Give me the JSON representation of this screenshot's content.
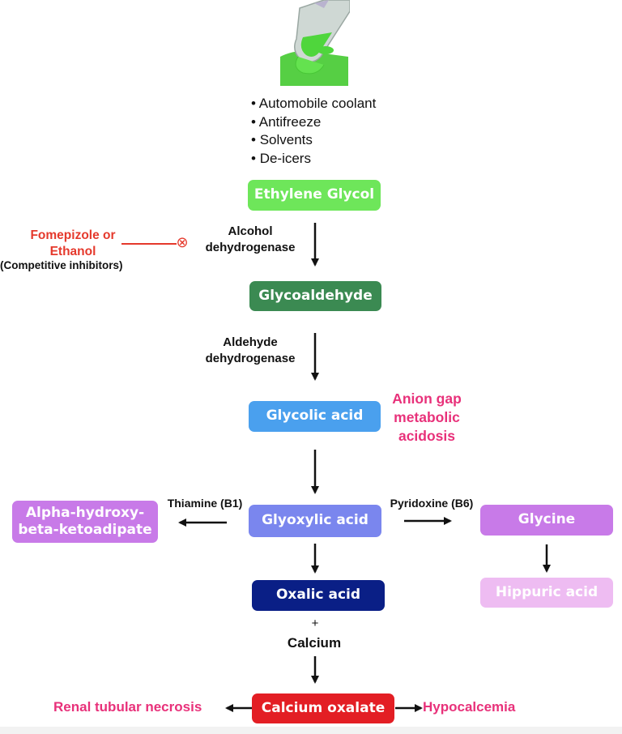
{
  "sources": [
    "Automobile coolant",
    "Antifreeze",
    "Solvents",
    "De-icers"
  ],
  "nodes": {
    "ethylene_glycol": "Ethylene Glycol",
    "glycoaldehyde": "Glycoaldehyde",
    "glycolic_acid": "Glycolic acid",
    "glyoxylic_acid": "Glyoxylic acid",
    "alpha_hydroxy": "Alpha-hydroxy-\nbeta-ketoadipate",
    "glycine": "Glycine",
    "hippuric_acid": "Hippuric acid",
    "oxalic_acid": "Oxalic acid",
    "calcium_oxalate": "Calcium oxalate"
  },
  "enzymes": {
    "alcohol_dh": "Alcohol\ndehydrogenase",
    "aldehyde_dh": "Aldehyde\ndehydrogenase",
    "thiamine": "Thiamine (B1)",
    "pyridoxine": "Pyridoxine (B6)"
  },
  "inhibitor": {
    "name": "Fomepizole or\nEthanol",
    "note": "(Competitive inhibitors)",
    "symbol": "⊗"
  },
  "annotations": {
    "anion_gap": "Anion gap\nmetabolic\nacidosis",
    "renal": "Renal tubular necrosis",
    "hypocalcemia": "Hypocalcemia"
  },
  "calcium": {
    "plus": "+",
    "label": "Calcium"
  },
  "colors": {
    "ethylene_glycol": "#6ee65a",
    "glycoaldehyde": "#3b8a52",
    "glycolic_acid": "#4aa0ee",
    "glyoxylic_acid": "#7a86ee",
    "alpha_hydroxy": "#c87ae8",
    "glycine": "#c87ae8",
    "hippuric_acid": "#eebcf2",
    "oxalic_acid": "#0a1f86",
    "calcium_oxalate": "#e31e24",
    "inhibitor": "#e5392c",
    "annotation": "#e8317a"
  }
}
